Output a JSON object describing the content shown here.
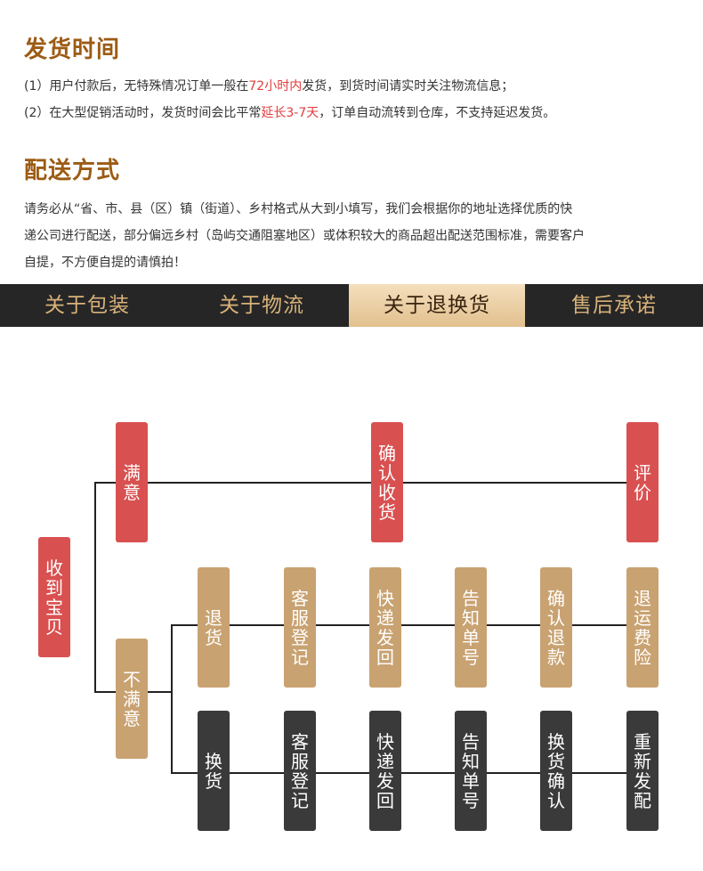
{
  "shipping_time": {
    "title": "发货时间",
    "line1": {
      "pre": "(1）用户付款后，无特殊情况订单一般在",
      "highlight": "72小时内",
      "post": "发货，到货时间请实时关注物流信息；"
    },
    "line2": {
      "pre": "(2）在大型促销活动时，发货时间会比平常",
      "highlight": "延长3-7天",
      "post": "，订单自动流转到仓库，不支持延迟发货。"
    }
  },
  "delivery_method": {
    "title": "配送方式",
    "lines": [
      "请务必从“省、市、县（区）镇（街道）、乡村格式从大到小填写，我们会根据你的地址选择优质的快",
      "递公司进行配送，部分偏远乡村（岛屿交通阻塞地区）或体积较大的商品超出配送范围标准，需要客户",
      "自提，不方便自提的请慎拍！"
    ]
  },
  "tabs": [
    {
      "label": "关于包装"
    },
    {
      "label": "关于物流"
    },
    {
      "label": "关于退换货",
      "active": true
    },
    {
      "label": "售后承诺"
    }
  ],
  "flow": {
    "root": "收到宝贝",
    "satisfied": {
      "label": "满意",
      "steps": [
        "确认收货",
        "评价"
      ]
    },
    "unsatisfied": "不满意",
    "return_row": [
      "退货",
      "客服登记",
      "快递发回",
      "告知单号",
      "确认退款",
      "退运费险"
    ],
    "exchange_row": [
      "换货",
      "客服登记",
      "快递发回",
      "告知单号",
      "换货确认",
      "重新发配"
    ],
    "colors": {
      "red": "#d95050",
      "tan": "#c9a271",
      "dark": "#3a3a3a",
      "tab_active": "#e2c08e",
      "heading": "#9c5b14",
      "highlight": "#e23b3b"
    }
  }
}
